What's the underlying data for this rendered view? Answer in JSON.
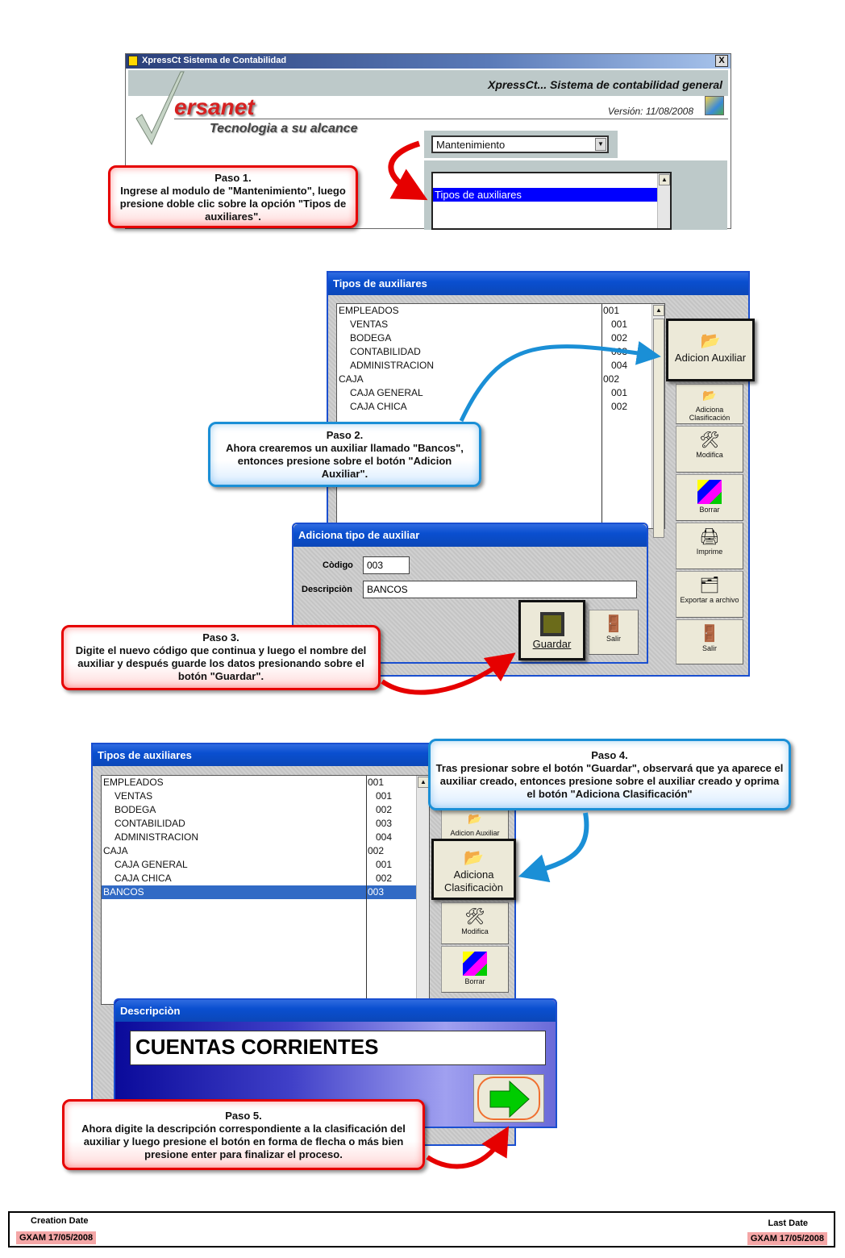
{
  "section1": {
    "window_title": "XpressCt Sistema de Contabilidad",
    "close": "X",
    "header_title": "XpressCt... Sistema de contabilidad general",
    "version": "Versión: 11/08/2008",
    "logo_text": "ersanet",
    "logo_slogan": "Tecnologia a su alcance",
    "module_select": "Mantenimiento",
    "list_selected": "Tipos de auxiliares",
    "callout": {
      "title": "Paso 1.",
      "text": "Ingrese al modulo de \"Mantenimiento\", luego presione doble clic sobre la opción \"Tipos de auxiliares\"."
    }
  },
  "section2": {
    "window_title": "Tipos de auxiliares",
    "rows": [
      {
        "name": "EMPLEADOS",
        "code": "001",
        "level": 0
      },
      {
        "name": "VENTAS",
        "code": "001",
        "level": 1
      },
      {
        "name": "BODEGA",
        "code": "002",
        "level": 1
      },
      {
        "name": "CONTABILIDAD",
        "code": "003",
        "level": 1
      },
      {
        "name": "ADMINISTRACION",
        "code": "004",
        "level": 1
      },
      {
        "name": "CAJA",
        "code": "002",
        "level": 0
      },
      {
        "name": "CAJA GENERAL",
        "code": "001",
        "level": 1
      },
      {
        "name": "CAJA CHICA",
        "code": "002",
        "level": 1
      }
    ],
    "buttons": {
      "adicion_auxiliar": "Adicion Auxiliar",
      "adiciona_clasificacion": "Adiciona Clasificación",
      "modifica": "Modifica",
      "borrar": "Borrar",
      "imprime": "Imprime",
      "exportar": "Exportar a archivo",
      "salir": "Salir"
    },
    "dialog": {
      "title": "Adiciona tipo de auxiliar",
      "codigo_label": "Còdigo",
      "codigo_value": "003",
      "descripcion_label": "Descripciòn",
      "descripcion_value": "BANCOS",
      "guardar": "Guardar",
      "salir": "Salir"
    },
    "callout2": {
      "title": "Paso 2.",
      "text": "Ahora crearemos un auxiliar llamado \"Bancos\", entonces presione sobre el botón \"Adicion Auxiliar\"."
    },
    "callout3": {
      "title": "Paso 3.",
      "text": "Digite el nuevo código que continua y luego el nombre del auxiliar y después guarde los datos presionando sobre el botón \"Guardar\"."
    }
  },
  "section3": {
    "window_title": "Tipos de auxiliares",
    "rows": [
      {
        "name": "EMPLEADOS",
        "code": "001",
        "level": 0
      },
      {
        "name": "VENTAS",
        "code": "001",
        "level": 1
      },
      {
        "name": "BODEGA",
        "code": "002",
        "level": 1
      },
      {
        "name": "CONTABILIDAD",
        "code": "003",
        "level": 1
      },
      {
        "name": "ADMINISTRACION",
        "code": "004",
        "level": 1
      },
      {
        "name": "CAJA",
        "code": "002",
        "level": 0
      },
      {
        "name": "CAJA GENERAL",
        "code": "001",
        "level": 1
      },
      {
        "name": "CAJA CHICA",
        "code": "002",
        "level": 1
      },
      {
        "name": "BANCOS",
        "code": "003",
        "level": 0
      }
    ],
    "buttons": {
      "adicion_auxiliar": "Adicion Auxiliar",
      "adiciona": "Adiciona",
      "clasificacion": "Clasificaciòn",
      "modifica": "Modifica",
      "borrar": "Borrar"
    },
    "dialog": {
      "title": "Descripciòn",
      "value": "CUENTAS CORRIENTES"
    },
    "callout4": {
      "title": "Paso 4.",
      "text": "Tras presionar sobre el botón \"Guardar\", observará que ya aparece el auxiliar creado, entonces presione sobre el auxiliar creado y oprima el botón \"Adiciona Clasificación\""
    },
    "callout5": {
      "title": "Paso 5.",
      "text": "Ahora digite la descripción correspondiente a la clasificación del auxiliar y luego presione el botón en forma de flecha o más bien presione enter para finalizar el proceso."
    }
  },
  "footer": {
    "creation_label": "Creation Date",
    "creation_value": "GXAM 17/05/2008",
    "last_label": "Last Date",
    "last_value": "GXAM 17/05/2008"
  },
  "colors": {
    "callout_red": "#e60000",
    "callout_blue": "#1a8fd6",
    "selection": "#316ac5",
    "xp_title": "#0a4fd0"
  }
}
